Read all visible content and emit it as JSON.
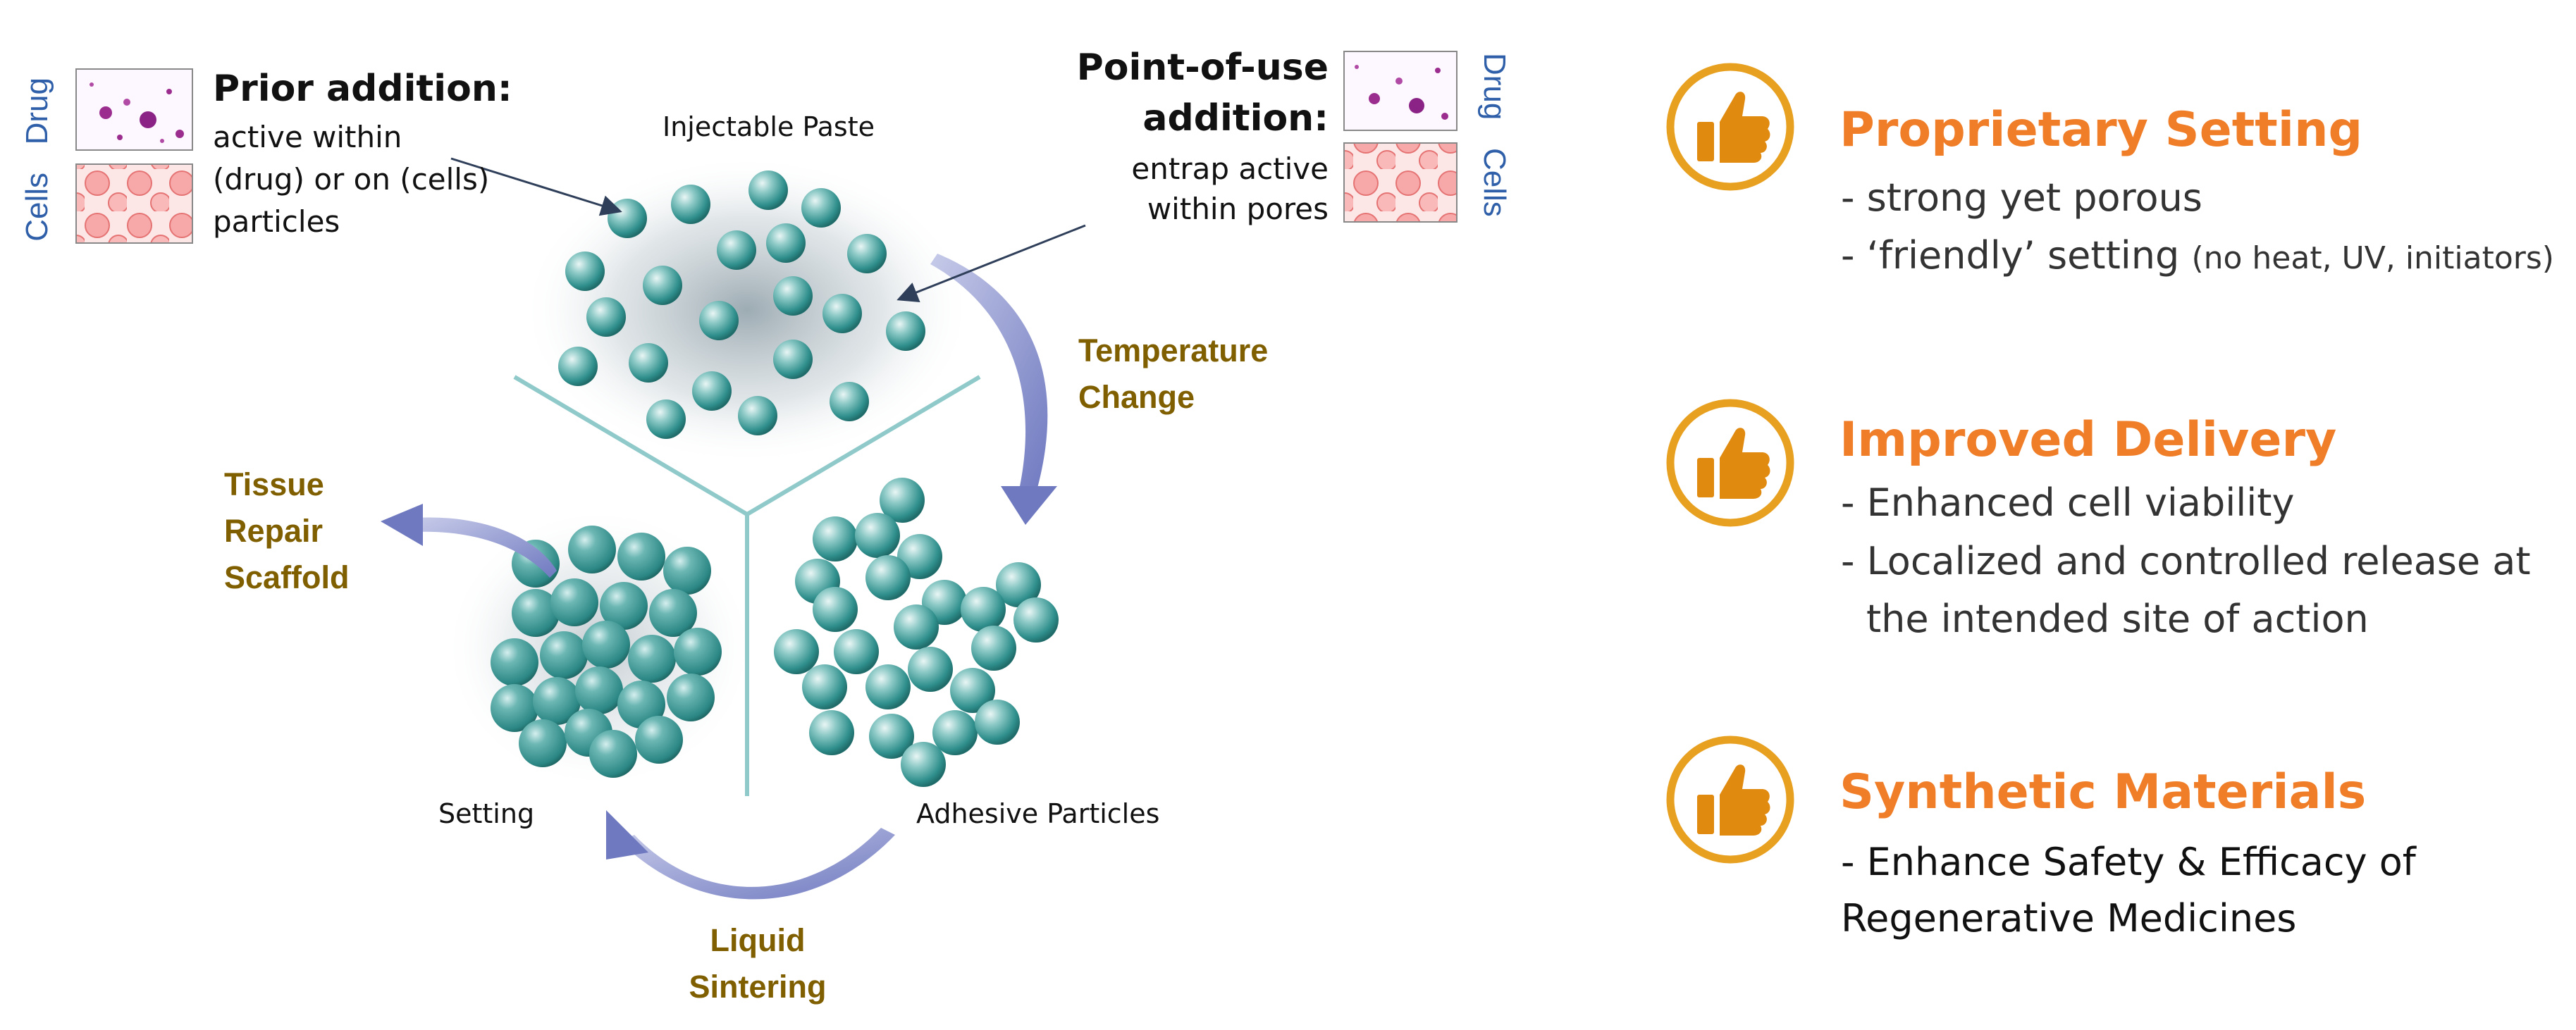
{
  "diagram": {
    "prior_addition": {
      "title": "Prior addition:",
      "lines": [
        "active within",
        "(drug) or on (cells)",
        "particles"
      ],
      "drug_label": "Drug",
      "cells_label": "Cells"
    },
    "point_of_use": {
      "title_lines": [
        "Point-of-use",
        "addition:"
      ],
      "lines": [
        "entrap active",
        "within pores"
      ],
      "drug_label": "Drug",
      "cells_label": "Cells"
    },
    "stages": {
      "injectable_paste": "Injectable Paste",
      "setting": "Setting",
      "adhesive_particles": "Adhesive Particles"
    },
    "transitions": {
      "temperature_change": [
        "Temperature",
        "Change"
      ],
      "liquid_sintering": [
        "Liquid",
        "Sintering"
      ],
      "tissue_repair": [
        "Tissue",
        "Repair",
        "Scaffold"
      ]
    }
  },
  "benefits": [
    {
      "icon": "thumbs-up-icon",
      "heading": "Proprietary Setting",
      "bullets": [
        "- strong yet porous",
        "- ‘friendly’ setting"
      ],
      "bullet_note": "(no heat, UV, initiators)"
    },
    {
      "icon": "thumbs-up-icon",
      "heading": "Improved Delivery",
      "bullets": [
        "- Enhanced cell viability",
        "- Localized and controlled release at",
        "the intended site of action"
      ]
    },
    {
      "icon": "thumbs-up-icon",
      "heading": "Synthetic Materials",
      "bullets": [
        "- Enhance Safety & Efficacy of",
        "Regenerative Medicines"
      ]
    }
  ],
  "colors": {
    "accent_orange": "#f07d28",
    "icon_ring": "#e8a020",
    "gold_text": "#7f5f00",
    "blue_text": "#2f5fa8",
    "sphere_teal": "#3f9e9c",
    "arrow_blue": "#7a85c8"
  }
}
